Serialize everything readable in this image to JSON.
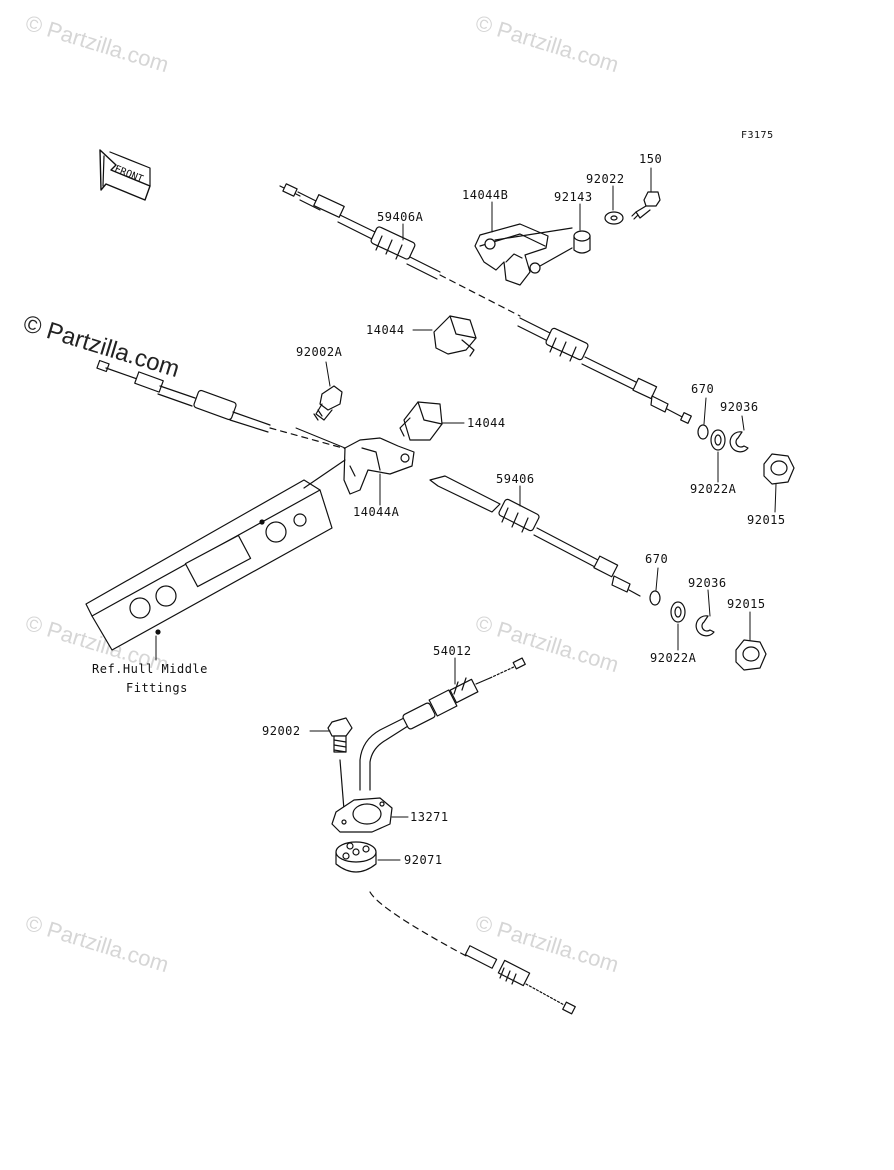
{
  "diagram_code": "F3175",
  "watermark": "© Partzilla.com",
  "front_label": "FRONT",
  "labels": {
    "p150": "150",
    "p92022": "92022",
    "p14044B": "14044B",
    "p92143": "92143",
    "p59406A": "59406A",
    "p14044_top": "14044",
    "p92002A": "92002A",
    "p14044_mid": "14044",
    "p670_top": "670",
    "p92036_top": "92036",
    "p92022A_top": "92022A",
    "p92015_top": "92015",
    "p14044A": "14044A",
    "p59406": "59406",
    "p670_bot": "670",
    "p92036_bot": "92036",
    "p92015_bot": "92015",
    "p92022A_bot": "92022A",
    "ref_line1": "Ref.Hull Middle",
    "ref_line2": "Fittings",
    "p54012": "54012",
    "p92002": "92002",
    "p13271": "13271",
    "p92071": "92071"
  }
}
